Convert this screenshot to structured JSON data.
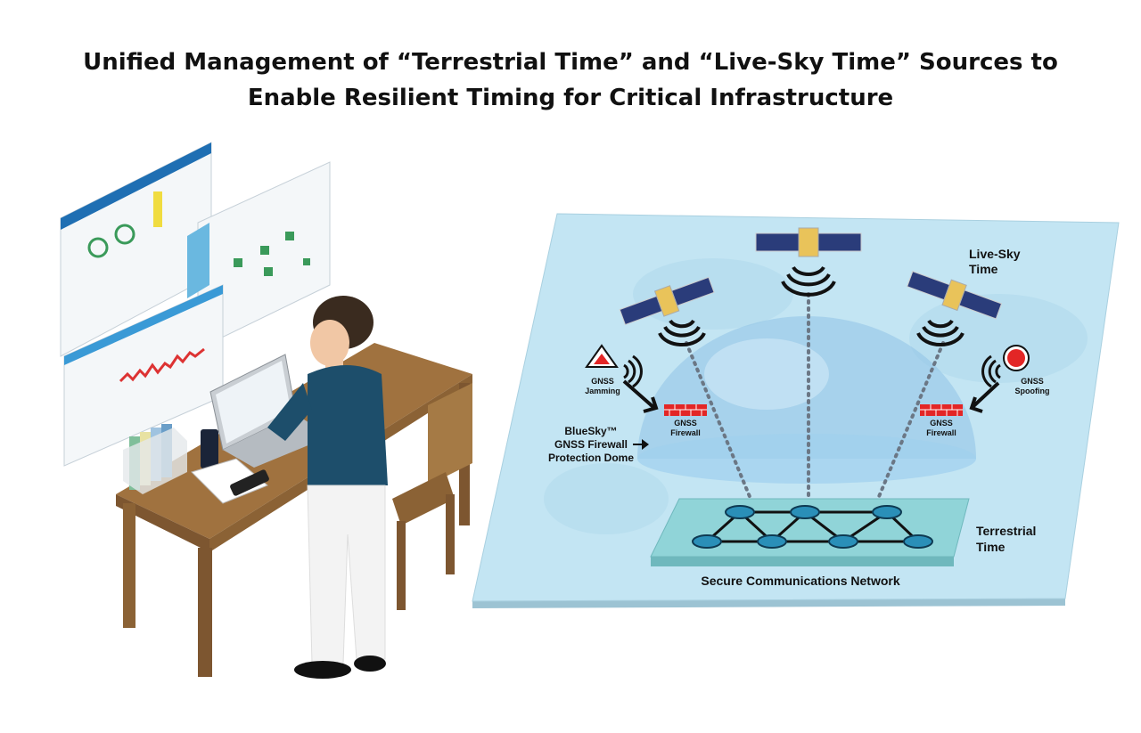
{
  "title": {
    "line1": "Unified Management of “Terrestrial Time” and “Live-Sky Time” Sources to",
    "line2": "Enable Resilient Timing for Critical Infrastructure"
  },
  "labels": {
    "live_sky_1": "Live-Sky",
    "live_sky_2": "Time",
    "jamming_1": "GNSS",
    "jamming_2": "Jamming",
    "spoofing_1": "GNSS",
    "spoofing_2": "Spoofing",
    "firewall_left_1": "GNSS",
    "firewall_left_2": "Firewall",
    "firewall_right_1": "GNSS",
    "firewall_right_2": "Firewall",
    "dome_1": "BlueSky™",
    "dome_2": "GNSS Firewall",
    "dome_3": "Protection Dome",
    "terrestrial_1": "Terrestrial",
    "terrestrial_2": "Time",
    "network": "Secure Communications Network"
  },
  "colors": {
    "plane": "#bfe3f2",
    "dome": "#8fc3e6",
    "firewall": "#e32626",
    "platform": "#8fd3d6",
    "sweater": "#1d4e6b",
    "desk": "#a0723f"
  }
}
